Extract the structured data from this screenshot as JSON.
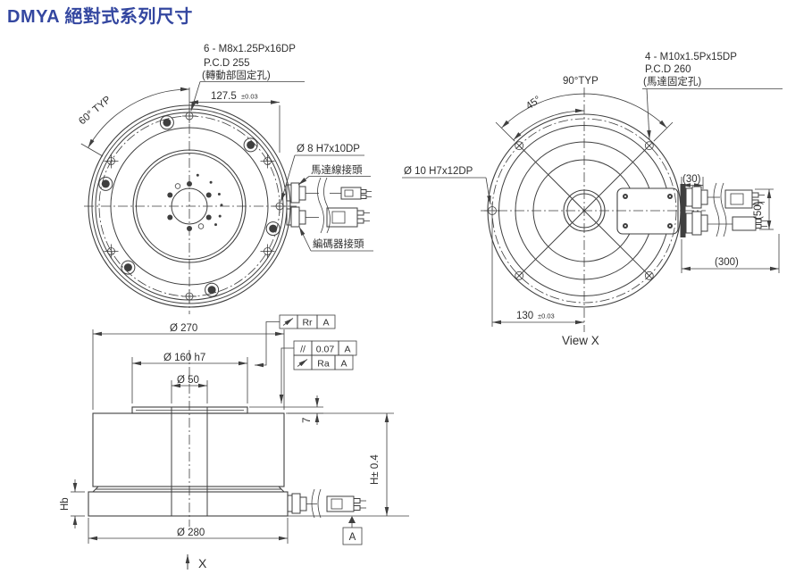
{
  "title": "DMYA 絕對式系列尺寸",
  "front_view": {
    "thread_note": "6 - M8x1.25Px16DP",
    "pcd_note": "P.C.D 255",
    "holes_note": "(轉動部固定孔)",
    "pitch_dim": "127.5",
    "pitch_tol": "±0.03",
    "angle_note": "60° TYP",
    "pin_hole_note": "Ø 8 H7x10DP",
    "motor_cable_label": "馬達線接頭",
    "encoder_cable_label": "編碼器接頭"
  },
  "view_x": {
    "caption": "View X",
    "thread_note": "4 - M10x1.5Px15DP",
    "pcd_note": "P.C.D 260",
    "holes_note": "(馬達固定孔)",
    "angle_90_note": "90°TYP",
    "angle_45_note": "45°",
    "pin_hole_note": "Ø 10 H7x12DP",
    "dim_30": "(30)",
    "dim_50": "(50)",
    "dim_300": "(300)",
    "pitch_dim": "130",
    "pitch_tol": "±0.03"
  },
  "side_view": {
    "dia_270": "Ø 270",
    "dia_160": "Ø 160 h7",
    "dia_50": "Ø 50",
    "dia_280": "Ø 280",
    "step_dim": "7",
    "height_dim": "H± 0.4",
    "base_height_dim": "Hb",
    "datum_label": "A",
    "view_arrow_label": "X",
    "runout_frame": {
      "symbol_ref": "Rr",
      "datum": "A"
    },
    "parallel_frame": {
      "symbol": "//",
      "value": "0.07",
      "datum": "A"
    },
    "roughness_frame": {
      "symbol_ref": "Ra",
      "datum": "A"
    }
  },
  "colors": {
    "title": "#3447a0",
    "line": "#3f3f3f",
    "text": "#2f2f2f"
  }
}
